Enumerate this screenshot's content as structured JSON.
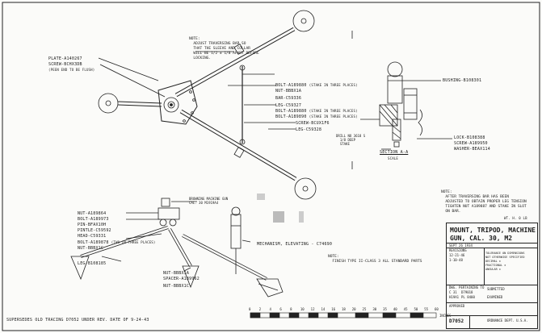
{
  "top_view": {
    "plate": "PLATE-A140267",
    "screw_top": "SCREW-BCHX3DB",
    "screw_note": "(PEEN END TO BE FLUSH)",
    "bolt_1": "BOLT-A189880",
    "bolt_1_note": "(STAKE IN THREE PLACES)",
    "nut_1": "NUT-BBBX1A",
    "bar": "BAR-C59336",
    "leg_1": "LEG-C59327",
    "bolt_2": "BOLT-A189880",
    "bolt_2_note": "(STAKE IN THREE PLACES)",
    "bolt_3": "BOLT-A189890",
    "bolt_3_note": "(STAKE IN THREE PLACES)",
    "screw_2": "SCREW-BCUX1F6",
    "leg_2": "LEG-C59328",
    "note": "NOTE:\n  ADJUST TRAVERSING BAR SO\n  THAT THE SLEEVE AND COLLAR\n  WILL BE 1/2 ± 1/8 APART BEFORE\n  LOCKING."
  },
  "section": {
    "bushing": "BUSHING-B108301",
    "lock": "LOCK-B108388",
    "screw": "SCREW-A189950",
    "washer": "WASHER-BEAX114",
    "drill_note": "DRILL NO 3618 S\n  1/8 DEEP\n  STAKE",
    "title": "SECTION A-A",
    "scale": "SCALE"
  },
  "side_view": {
    "gun_note": "BROWNING MACHINE GUN\nCAL. 30 M1919A4",
    "nut_1": "NUT-A189864",
    "bolt_1": "BOLT-A189973",
    "pin": "PIN-BFAX10H",
    "pintle": "PINTLE-C59592",
    "head": "HEAD-C59331",
    "bolt_2": "BOLT-A189878",
    "bolt_2_note": "(TWO IN THREE PLACES)",
    "nut_2": "NUT-BBBX1C",
    "leg": "LEG-B108185",
    "mechanism": "MECHANISM, ELEVATING - C74690",
    "nut_3": "NUT-BBBX1A",
    "spacer": "SPACER-A189962",
    "nut_4": "NUT-BBBX1C",
    "finish_note": "NOTE:\n  FINISH TYPE II-CLASS 3 ALL STANDARD PARTS"
  },
  "right_note": "NOTE:\n  AFTER TRAVERSING BAR HAS BEEN\n  ADJUSTED TO OBTAIN PROPER LEG TENSION\n  TIGHTEN NUT A189887 AND STAKE IN SLOT\n  ON BAR.",
  "weight": "WT. H. 0 LB",
  "title_block": {
    "title_1": "MOUNT, TRIPOD, MACHINE",
    "title_2": "GUN, CAL. 30, M2",
    "date": "SEPT 26 1934",
    "rev_header": "REVISIONS",
    "rev_1": "12-21-46",
    "rev_2": "1-10-48",
    "tolerance_1": "TOLERANCE ON DIMENSIONS",
    "tolerance_2": "NOT OTHERWISE SPECIFIED",
    "tolerance_3": "DECIMAL ±",
    "tolerance_4": "FRACTIONAL ±",
    "tolerance_5": "ANGULAR ±",
    "dwg_pert": "DWG. PERTAINING TO",
    "dwg_1": "C 31",
    "dwg_2": "D79018",
    "dwg_3": "H19A1",
    "dwg_4": "PL 8400",
    "submitted": "SUBMITTED",
    "examined": "EXAMINED",
    "approved": "APPROVED",
    "office": "ORDNANCE DEPT. U.S.A.",
    "number": "D7052"
  },
  "footer": {
    "supersedes": "SUPERSEDES OLD TRACING D7052 UNDER REV. DATE OF 9-24-43",
    "scale_ticks": [
      "0",
      "2",
      "4",
      "6",
      "8",
      "10",
      "12",
      "14",
      "16",
      "18",
      "20",
      "25",
      "30",
      "35",
      "40",
      "45",
      "50",
      "55",
      "60"
    ],
    "scale_unit": "INCHES"
  }
}
